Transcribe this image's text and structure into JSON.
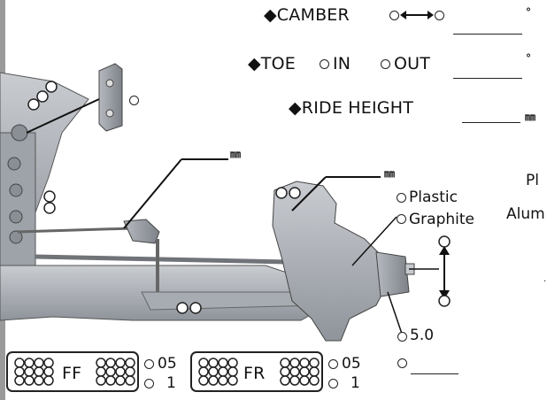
{
  "setup": {
    "camber": {
      "label": "◆CAMBER",
      "unit": "°"
    },
    "toe": {
      "label": "◆TOE",
      "in": "IN",
      "out": "OUT",
      "unit": "°"
    },
    "ride_height": {
      "label": "◆RIDE HEIGHT",
      "unit": "㎜"
    },
    "link_unit": "㎜",
    "upper_unit": "㎜",
    "materials": {
      "plastic": "Plastic",
      "graphite": "Graphite"
    },
    "cut_labels": {
      "right_top": "Pl",
      "right_bottom": "Alum"
    },
    "hub_spacing": "5.0",
    "blocks": [
      {
        "code": "FF",
        "opt_a": "05",
        "opt_b": "1"
      },
      {
        "code": "FR",
        "opt_a": "05",
        "opt_b": "1"
      }
    ]
  }
}
